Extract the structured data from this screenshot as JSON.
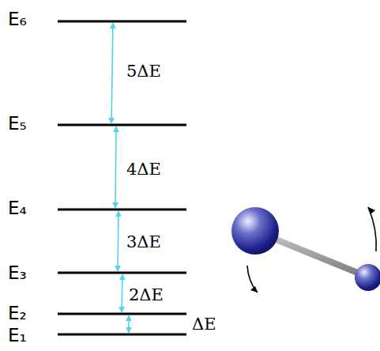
{
  "diagram": {
    "labels": [
      "E₆",
      "5ΔE",
      "E₅",
      "4ΔE",
      "E₄",
      "3ΔE",
      "E₃",
      "2ΔE",
      "E₂",
      "ΔE",
      "E₁"
    ]
  }
}
